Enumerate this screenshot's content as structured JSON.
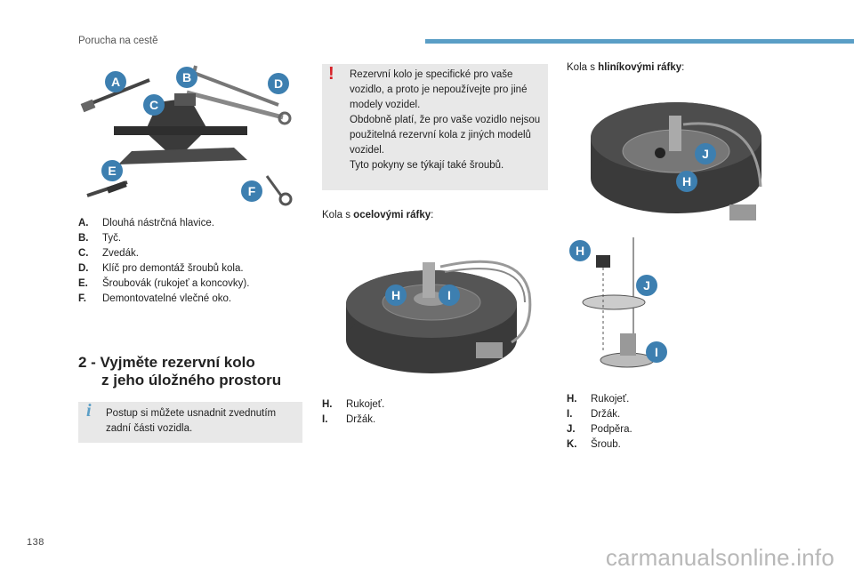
{
  "header": {
    "title": "Porucha na cestě"
  },
  "page_number": "138",
  "watermark": "carmanualsonline.info",
  "tools": {
    "badges": [
      "A",
      "B",
      "C",
      "D",
      "E",
      "F"
    ],
    "legend": [
      {
        "key": "A.",
        "text": "Dlouhá nástrčná hlavice."
      },
      {
        "key": "B.",
        "text": "Tyč."
      },
      {
        "key": "C.",
        "text": "Zvedák."
      },
      {
        "key": "D.",
        "text": "Klíč pro demontáž šroubů kola."
      },
      {
        "key": "E.",
        "text": "Šroubovák (rukojeť a koncovky)."
      },
      {
        "key": "F.",
        "text": "Demontovatelné vlečné oko."
      }
    ]
  },
  "section": {
    "heading_line1": "2 - Vyjměte rezervní kolo",
    "heading_line2": "z jeho úložného prostoru"
  },
  "info_box": {
    "text": "Postup si můžete usnadnit zvednutím zadní části vozidla."
  },
  "warning_box": {
    "p1": "Rezervní kolo je specifické pro vaše vozidlo, a proto je nepoužívejte pro jiné modely vozidel.",
    "p2": "Obdobně platí, že pro vaše vozidlo nejsou použitelná rezervní kola z jiných modelů vozidel.",
    "p3": "Tyto pokyny se týkají také šroubů."
  },
  "steel": {
    "caption_prefix": "Kola s ",
    "caption_bold": "ocelovými ráfky",
    "caption_suffix": ":",
    "badges": [
      "H",
      "I"
    ],
    "legend": [
      {
        "key": "H.",
        "text": "Rukojeť."
      },
      {
        "key": "I.",
        "text": "Držák."
      }
    ]
  },
  "alloy": {
    "caption_prefix": "Kola s ",
    "caption_bold": "hliníkovými ráfky",
    "caption_suffix": ":",
    "badges_wheel": [
      "J",
      "H"
    ],
    "badges_exploded": [
      "H",
      "J",
      "I"
    ],
    "legend": [
      {
        "key": "H.",
        "text": "Rukojeť."
      },
      {
        "key": "I.",
        "text": "Držák."
      },
      {
        "key": "J.",
        "text": "Podpěra."
      },
      {
        "key": "K.",
        "text": "Šroub."
      }
    ]
  },
  "colors": {
    "accent_blue": "#5a9ec6",
    "badge_blue": "#3d7fb0",
    "warning_red": "#d62027",
    "box_gray": "#e8e8e8"
  }
}
